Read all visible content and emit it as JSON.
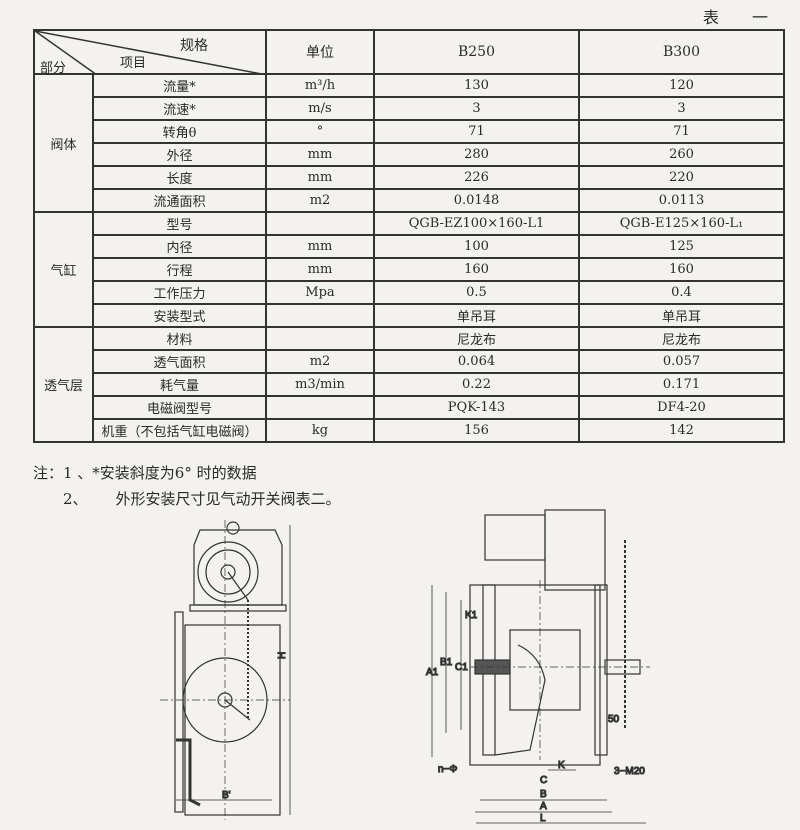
{
  "table_label": "表 一",
  "header": {
    "spec": "规格",
    "item": "项目",
    "part": "部分",
    "unit": "单位",
    "col1": "B250",
    "col2": "B300"
  },
  "groups": [
    {
      "name": "阀体",
      "rows": [
        {
          "item": "流量*",
          "unit": "m³/h",
          "b250": "130",
          "b300": "120"
        },
        {
          "item": "流速*",
          "unit": "m/s",
          "b250": "3",
          "b300": "3"
        },
        {
          "item": "转角θ",
          "unit": "°",
          "b250": "71",
          "b300": "71"
        },
        {
          "item": "外径",
          "unit": "mm",
          "b250": "280",
          "b300": "260"
        },
        {
          "item": "长度",
          "unit": "mm",
          "b250": "226",
          "b300": "220"
        },
        {
          "item": "流通面积",
          "unit": "m2",
          "b250": "0.0148",
          "b300": "0.0113"
        }
      ]
    },
    {
      "name": "气缸",
      "rows": [
        {
          "item": "型号",
          "unit": "",
          "b250": "QGB-EZ100×160-L1",
          "b300": "QGB-E125×160-L₁"
        },
        {
          "item": "内径",
          "unit": "mm",
          "b250": "100",
          "b300": "125"
        },
        {
          "item": "行程",
          "unit": "mm",
          "b250": "160",
          "b300": "160"
        },
        {
          "item": "工作压力",
          "unit": "Mpa",
          "b250": "0.5",
          "b300": "0.4"
        },
        {
          "item": "安装型式",
          "unit": "",
          "b250": "单吊耳",
          "b300": "单吊耳"
        }
      ]
    },
    {
      "name": "透气层",
      "rows": [
        {
          "item": "材料",
          "unit": "",
          "b250": "尼龙布",
          "b300": "尼龙布"
        },
        {
          "item": "透气面积",
          "unit": "m2",
          "b250": "0.064",
          "b300": "0.057"
        },
        {
          "item": "耗气量",
          "unit": "m3/min",
          "b250": "0.22",
          "b300": "0.171"
        },
        {
          "item": "电磁阀型号",
          "unit": "",
          "b250": "PQK-143",
          "b300": "DF4-20"
        },
        {
          "item": "机重（不包括气缸电磁阀）",
          "unit": "kg",
          "b250": "156",
          "b300": "142"
        }
      ]
    }
  ],
  "notes": {
    "line1": "注：1 、*安装斜度为6° 时的数据",
    "line2_num": "2、",
    "line2_text": "外形安装尺寸见气动开关阀表二。"
  },
  "drawing_labels": {
    "H": "H",
    "Bp": "B'",
    "A1": "A1",
    "B1": "B1",
    "C1": "C1",
    "K1": "K1",
    "d50": "50",
    "nphi": "n−Φ",
    "m20": "3−M20",
    "K": "K",
    "C": "C",
    "B": "B",
    "A": "A",
    "L": "L"
  }
}
